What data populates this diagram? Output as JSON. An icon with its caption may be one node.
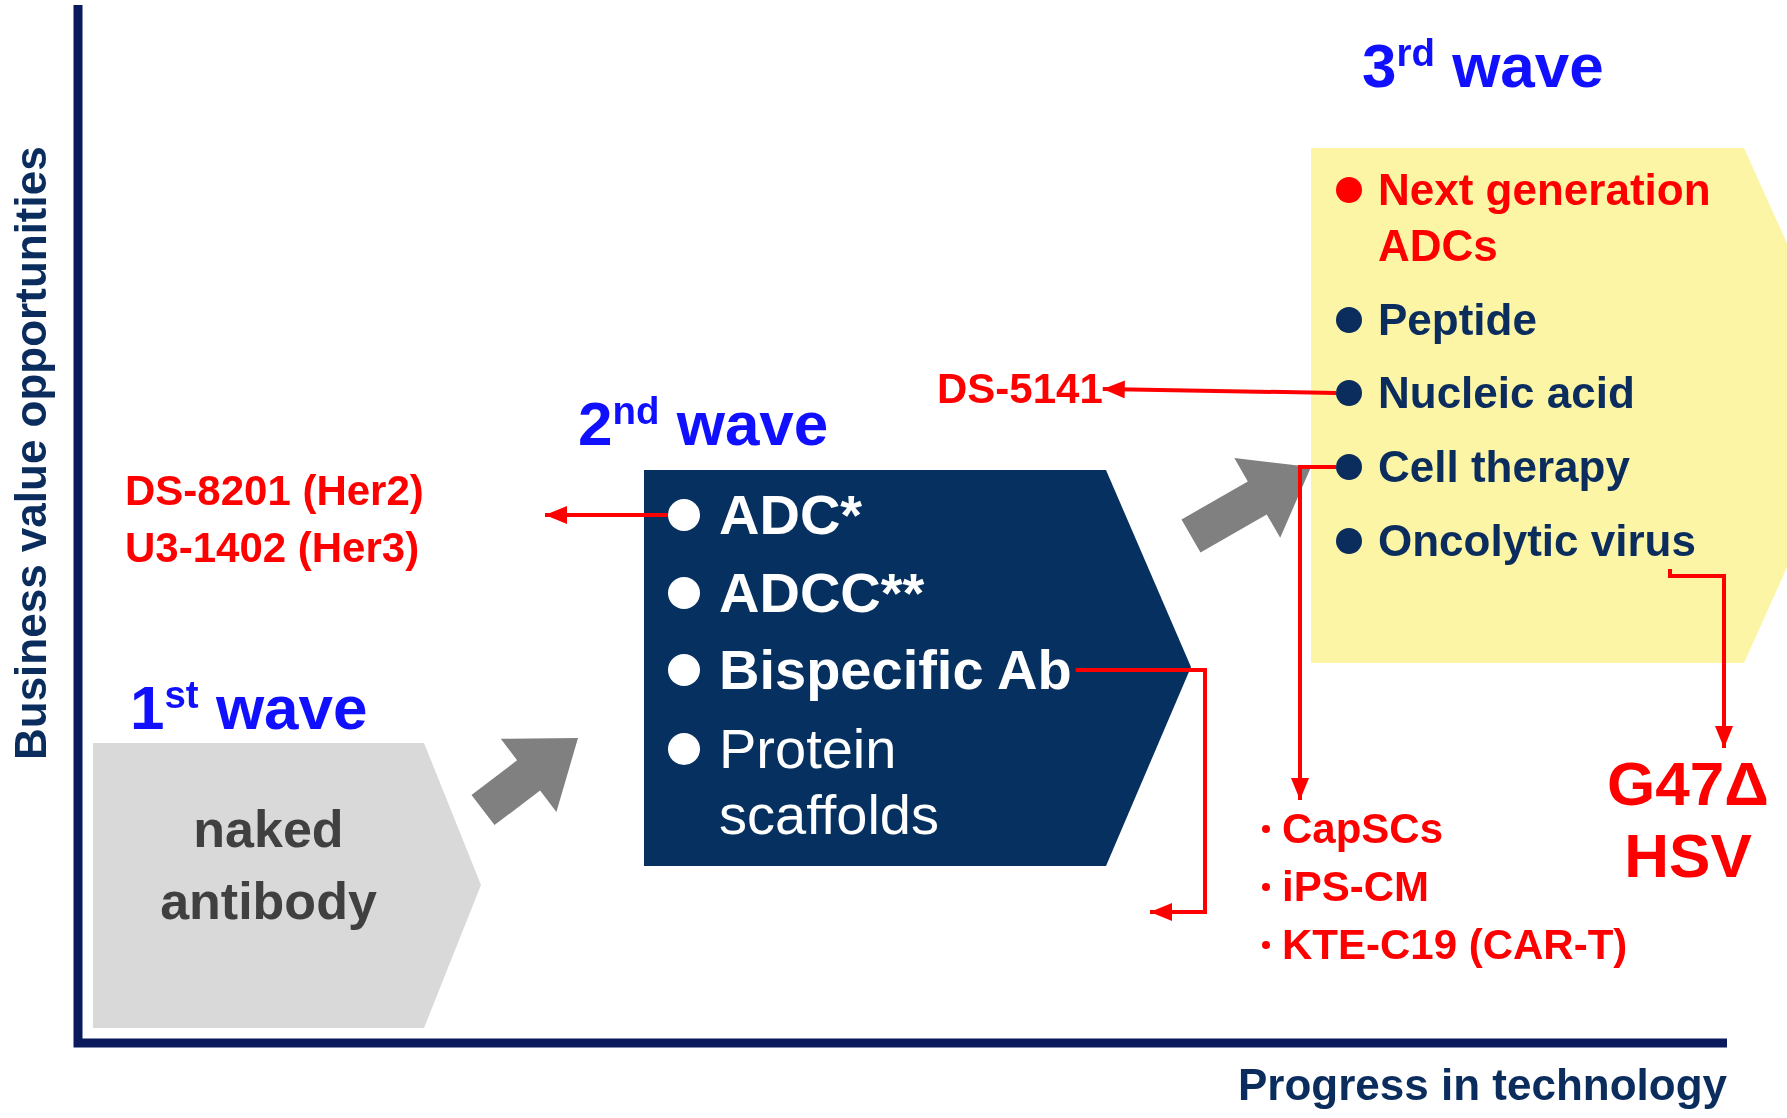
{
  "diagram": {
    "nodes": [
      {
        "text": [
          "1$^{st}$ wave",
          "naked antibody"
        ]
      },
      {
        "text": [
          "2$^{nd}$ wave"
        ]
      },
      {
        "text": [
          "ADC*"
        ],
        "in": 1
      },
      {
        "text": [
          "ADCC**"
        ],
        "in": 1
      },
      {
        "text": [
          "Bispecific Ab"
        ],
        "in": 1
      },
      {
        "text": [
          "Protein scaffolds"
        ],
        "in": 1
      },
      {
        "text": [
          "3$^{rd}$ wave"
        ]
      },
      {
        "text": [
          "Next generation ADCs"
        ],
        "in": 6
      },
      {
        "text": [
          "Peptide"
        ],
        "in": 6
      },
      {
        "text": [
          "Nucleic acid"
        ],
        "in": 6
      },
      {
        "text": [
          "Cell therapy"
        ],
        "in": 6
      },
      {
        "text": [
          "Oncolytic virus"
        ],
        "in": 6
      },
      {
        "text": [
          "DS-8201 (Her2)",
          "U3-1402 (Her3)"
        ]
      },
      {
        "text": [
          "DS-5141"
        ]
      },
      {
        "text": [
          "CapSCs",
          "iPS-CM",
          "KTE-C19 (CAR-T)"
        ]
      },
      {
        "text": [
          "G47Δ HSV"
        ]
      }
    ],
    "edges": [
      {
        "from": 0,
        "to": 1,
        "arrow": "to",
        "style": "thick",
        "color": "#808080"
      },
      {
        "from": 1,
        "to": 6,
        "arrow": "to",
        "style": "thick",
        "color": "#808080"
      },
      {
        "from": 2,
        "to": 12,
        "arrow": "to"
      },
      {
        "from": 9,
        "to": 13,
        "arrow": "to"
      },
      {
        "from": 4,
        "to": null,
        "arrow": "to"
      },
      {
        "from": 10,
        "to": 14,
        "arrow": "to"
      },
      {
        "from": 11,
        "to": 15,
        "arrow": "to"
      }
    ],
    "labels": [
      "Business value opportunities",
      "Progress in technology"
    ]
  }
}
